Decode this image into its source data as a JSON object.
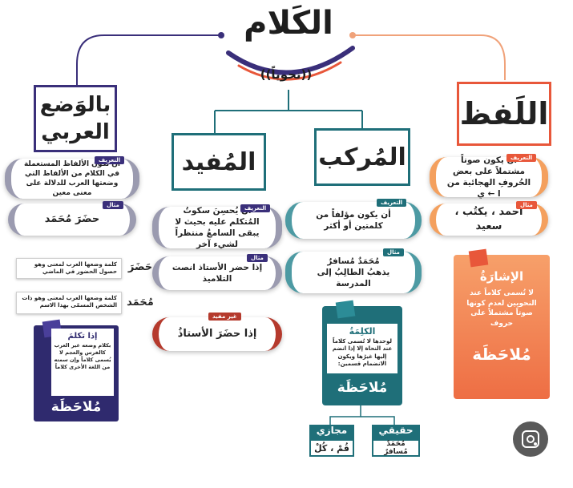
{
  "header": {
    "title": "الكَلام",
    "subtitle": "((نحوياً))"
  },
  "colors": {
    "orange": "#e8573a",
    "teal": "#1f6f79",
    "purple": "#3a2f7a",
    "red": "#b53a2d"
  },
  "lafz": {
    "title": "اللَفظ",
    "def_tag": "التعريف",
    "definition": "أن يكون صوتاً مشتملاً على بعض الحُروفِ الهجائية من ا ← ي",
    "example_tag": "مثال",
    "example": "أحمد ، يكتُب ، سعيد",
    "note_title": "الإشارَةُ",
    "note_text": "لا تُسمى كلاماً عند النحويين لعدم كونها صوتاً مشتملاً على حروف",
    "note_label": "مُلاحَظَة"
  },
  "murakkab": {
    "title": "المُركب",
    "def_tag": "التعريف",
    "definition": "أن يكون مؤلفاً من كلمتين أو أكثر",
    "example_tag": "مثال",
    "example_line1": "مُحَمَدٌ مُسافرٌ",
    "example_line2": "يذهبُ الطالِبُ إلى المدرسة",
    "note_title": "الكلِمَةُ",
    "note_text": "لوحدها لا تُسمى كلاماً عند النحاة إلا إذا انضم إليها غيرُها ويكون الانضمام قسمين:",
    "note_label": "مُلاحَظَة",
    "types": [
      {
        "label": "حقيقي",
        "example": "مُحَمَدٌ مُسافرٌ"
      },
      {
        "label": "مجازي",
        "example": "قُمْ ، كُلْ"
      }
    ]
  },
  "mufeed": {
    "title": "المُفيد",
    "def_tag": "التعريف",
    "definition": "أن يُحسِنَ سكوتُ المُتكلم عليه بحيث لا يبقى السامعُ منتظراً لشيء آخر",
    "example_tag": "مثال",
    "example": "إذا حضر الأستاذ انصت التلاميذ",
    "counter_tag": "غير مفيد",
    "counter_example": "إذا حضَرَ الأستاذُ"
  },
  "wadaa": {
    "title_line1": "بالوَضع",
    "title_line2": "العربي",
    "def_tag": "التعريف",
    "definition": "أن تكون الألفاظ المستعملة في الكلام من الألفاظ التي وضعتها العرب للدلالة على معنى معين",
    "example_tag": "مثال",
    "example": "حضَرَ مُحَمَد",
    "words": [
      {
        "word": "حَضَرَ",
        "meaning": "كلمة وضعها العرب لمعنى وهو حصول الحضور في الماضي"
      },
      {
        "word": "مُحَمَد",
        "meaning": "كلمة وضعها العرب لمعنى وهو ذات الشخص المسمّى بهذا الاسم"
      }
    ],
    "note_title": "إذا تكلمَ",
    "note_text": "بكلام وضعه غير العرب كالفرس والعجم لا يُسمى كلاماً وإن سمته من اللغة الأخرى كلاماً",
    "note_label": "مُلاحَظَة"
  }
}
